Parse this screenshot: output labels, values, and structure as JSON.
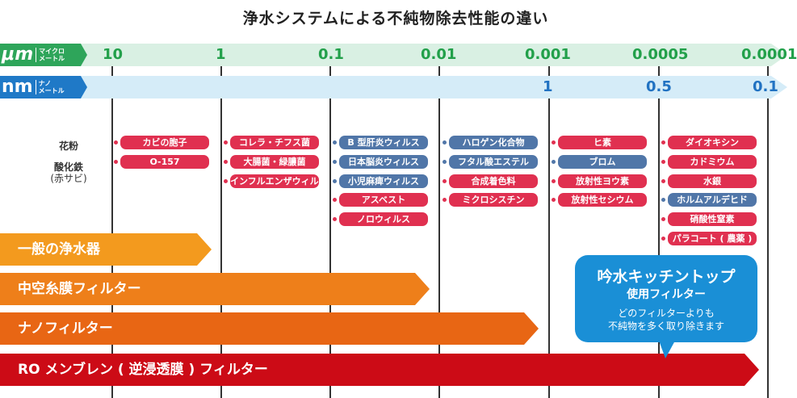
{
  "title": "浄水システムによる不純物除去性能の違い",
  "micro_scale": {
    "unit": "μm",
    "unit_sub_1": "マイクロ",
    "unit_sub_2": "メートル",
    "ticks": [
      "10",
      "1",
      "0.1",
      "0.01",
      "0.001",
      "0.0005",
      "0.0001"
    ]
  },
  "nano_scale": {
    "unit": "nm",
    "unit_sub_1": "ナノ",
    "unit_sub_2": "メートル",
    "ticks": [
      "1",
      "0.5",
      "0.1"
    ]
  },
  "side_labels": {
    "pollen": "花粉",
    "iron_oxide": "酸化鉄",
    "iron_oxide_note": "(赤サビ)"
  },
  "columns": [
    {
      "items": [
        {
          "label": "カビの胞子",
          "color": "red"
        },
        {
          "label": "O-157",
          "color": "red"
        }
      ]
    },
    {
      "items": [
        {
          "label": "コレラ・チフス菌",
          "color": "red"
        },
        {
          "label": "大腸菌・緑膿菌",
          "color": "red"
        },
        {
          "label": "インフルエンザウィルス",
          "color": "red"
        }
      ]
    },
    {
      "items": [
        {
          "label": "B 型肝炎ウィルス",
          "color": "blue"
        },
        {
          "label": "日本脳炎ウィルス",
          "color": "blue"
        },
        {
          "label": "小児麻痺ウィルス",
          "color": "blue"
        },
        {
          "label": "アスベスト",
          "color": "red"
        },
        {
          "label": "ノロウィルス",
          "color": "red"
        }
      ]
    },
    {
      "items": [
        {
          "label": "ハロゲン化合物",
          "color": "blue"
        },
        {
          "label": "フタル酸エステル",
          "color": "blue"
        },
        {
          "label": "合成着色料",
          "color": "red"
        },
        {
          "label": "ミクロシスチン",
          "color": "red"
        }
      ]
    },
    {
      "items": [
        {
          "label": "ヒ素",
          "color": "red"
        },
        {
          "label": "ブロム",
          "color": "blue"
        },
        {
          "label": "放射性ヨウ素",
          "color": "red"
        },
        {
          "label": "放射性セシウム",
          "color": "red"
        }
      ]
    },
    {
      "items": [
        {
          "label": "ダイオキシン",
          "color": "red"
        },
        {
          "label": "カドミウム",
          "color": "red"
        },
        {
          "label": "水銀",
          "color": "red"
        },
        {
          "label": "ホルムアルデヒド",
          "color": "blue"
        },
        {
          "label": "硝酸性窒素",
          "color": "red"
        },
        {
          "label": "パラコート ( 農薬 )",
          "color": "red"
        }
      ]
    }
  ],
  "filters": [
    {
      "label": "一般の浄水器",
      "color": "#f39a1e"
    },
    {
      "label": "中空糸膜フィルター",
      "color": "#ee7f1a"
    },
    {
      "label": "ナノフィルター",
      "color": "#e86614"
    },
    {
      "label": "RO メンブレン ( 逆浸透膜 ) フィルター",
      "color": "#cc0b16"
    }
  ],
  "callout": {
    "title": "吟水キッチントップ",
    "subtitle": "使用フィルター",
    "desc_1": "どのフィルターよりも",
    "desc_2": "不純物を多く取り除きます",
    "color": "#1a8fd6"
  },
  "colors": {
    "micro_band": "#d9f0e3",
    "micro_badge": "#2ea55a",
    "nano_band": "#d5ecf8",
    "nano_badge": "#1f79c7",
    "item_red": "#e03050",
    "item_blue": "#5076a8"
  }
}
